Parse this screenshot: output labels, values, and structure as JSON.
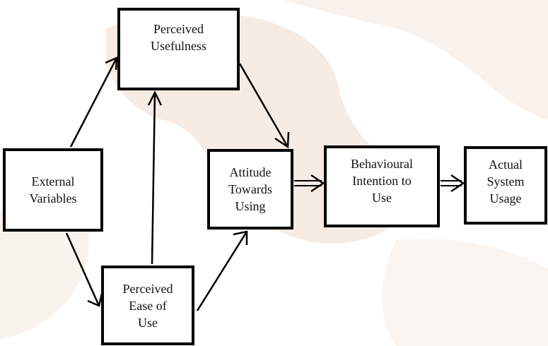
{
  "boxes": {
    "external_variables": "External\nVariables",
    "perceived_usefulness": "Perceived\nUsefulness",
    "perceived_ease_of_use": "Perceived\nEase of\nUse",
    "attitude_towards_using": "Attitude\nTowards\nUsing",
    "behavioural_intention": "Behavioural\nIntention to\nUse",
    "actual_system_usage": "Actual\nSystem\nUsage"
  },
  "colors": {
    "stroke": "#000000",
    "watermark": "#e9d2c0"
  }
}
